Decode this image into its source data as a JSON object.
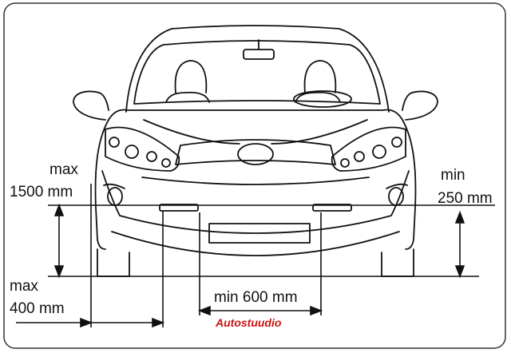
{
  "labels": {
    "max_height_word": "max",
    "max_height_value": "1500 mm",
    "min_height_word": "min",
    "min_height_value": "250 mm",
    "max_edge_word": "max",
    "max_edge_value": "400 mm",
    "min_spacing": "min 600 mm",
    "brand": "Autostuudio"
  },
  "colors": {
    "line": "#111111",
    "brand": "#cc1111",
    "frame": "#333333"
  }
}
